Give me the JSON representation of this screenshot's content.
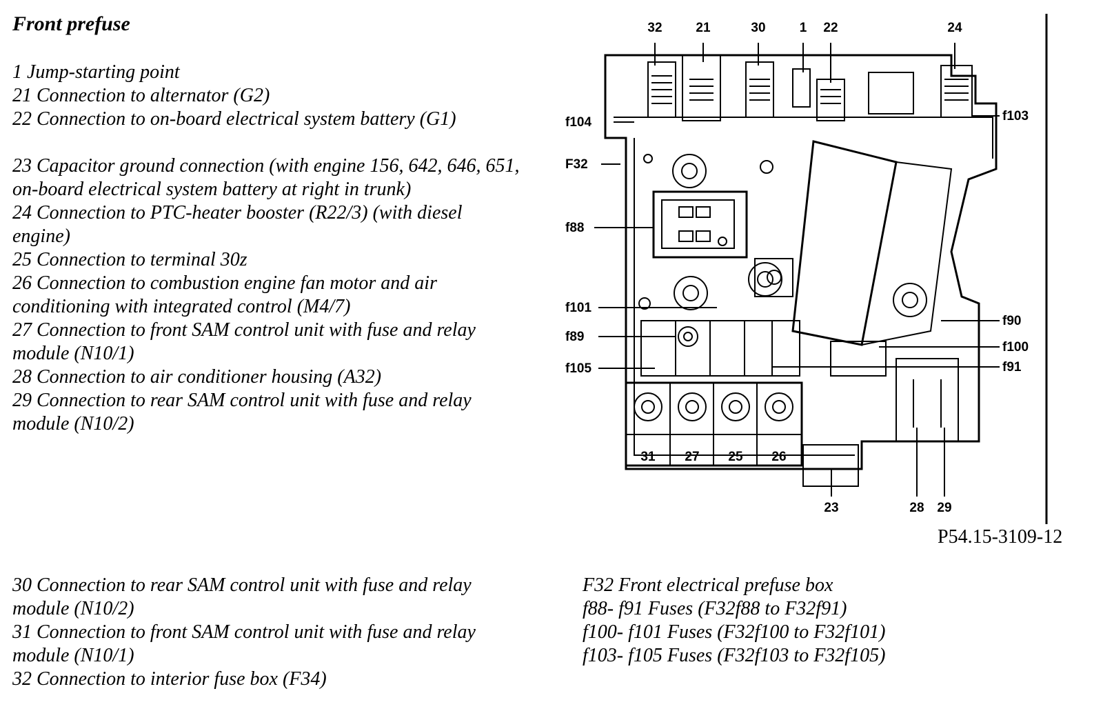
{
  "title": "Front prefuse",
  "legend_group_1": [
    "1 Jump-starting point",
    "21 Connection to alternator (G2)",
    "22 Connection to on-board electrical system battery (G1)"
  ],
  "legend_group_2": [
    "23 Capacitor ground connection (with engine 156, 642, 646, 651, on-board electrical system battery at right in trunk)",
    "24 Connection to PTC-heater booster (R22/3) (with diesel engine)",
    "25 Connection to terminal 30z",
    "26 Connection to combustion engine fan motor and air conditioning with integrated control (M4/7)",
    "27 Connection to front SAM control unit with fuse and relay module (N10/1)",
    "28 Connection to air conditioner housing (A32)",
    "29 Connection to rear SAM control unit with fuse and relay module (N10/2)"
  ],
  "legend_group_3": [
    "30 Connection to rear SAM control unit with fuse and relay module (N10/2)",
    "31 Connection to front SAM control unit with fuse and relay module (N10/1)",
    "32 Connection to interior fuse box (F34)"
  ],
  "legend_group_4": [
    "F32 Front electrical prefuse box",
    "f88- f91 Fuses (F32f88 to F32f91)",
    "f100- f101 Fuses (F32f100 to F32f101)",
    "f103- f105 Fuses (F32f103 to F32f105)"
  ],
  "figure_code": "P54.15-3109-12",
  "diagram_labels": {
    "top": [
      "32",
      "21",
      "30",
      "1",
      "22",
      "24"
    ],
    "left": [
      "f104",
      "F32",
      "f88",
      "f101",
      "f89",
      "f105"
    ],
    "right": [
      "f103",
      "f90",
      "f100",
      "f91"
    ],
    "bottom_terminals": [
      "31",
      "27",
      "25",
      "26"
    ],
    "bottom": [
      "23",
      "28",
      "29"
    ]
  }
}
